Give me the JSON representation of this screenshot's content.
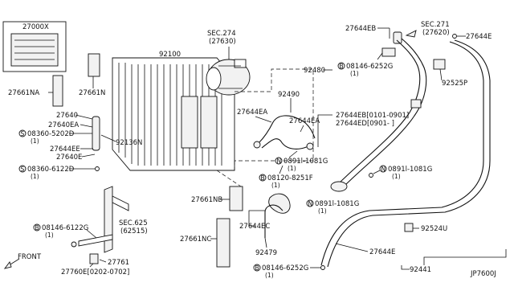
{
  "diagram_id": "JP7600J",
  "labels": {
    "p27000x": "27000X",
    "p27661na": "27661NA",
    "p27661n": "27661N",
    "p92100": "92100",
    "sec274": "SEC.274",
    "sec274sub": "(27630)",
    "p27640": "27640",
    "p27640ea": "27640EA",
    "s08360_5202d": "08360-5202D",
    "s08360_5202d_q": "(1)",
    "p27644ee": "27644EE",
    "p27640e": "27640E",
    "s08360_6122d": "08360-6122D",
    "s08360_6122d_q": "(1)",
    "p92136n": "92136N",
    "p92490": "92490",
    "p27644ea_1": "27644EA",
    "p27644ea_2": "27644EA",
    "n0891_1081g_a": "0891l-1081G",
    "n0891_1081g_a_q": "(1)",
    "b08120_8251f": "08120-8251F",
    "b08120_8251f_q": "(1)",
    "p27644eb": "27644EB",
    "sec271": "SEC.271",
    "sec271sub": "(27620)",
    "p27644e_top": "27644E",
    "p92480": "92480",
    "b08146_6252g_top": "08146-6252G",
    "b08146_6252g_top_q": "(1)",
    "p92525p": "92525P",
    "p27644eb_range": "27644EB[0101-0901]",
    "p27644ed_range": "27644ED[0901-    ]",
    "n0891_1081g_b": "0891l-1081G",
    "n0891_1081g_b_q": "(1)",
    "n0891_1081g_c": "0891l-1081G",
    "n0891_1081g_c_q": "(1)",
    "p27661nb": "27661NB",
    "p27661nc": "27661NC",
    "p27644ec": "27644EC",
    "b08146_6122g": "08146-6122G",
    "b08146_6122g_q": "(1)",
    "sec625": "SEC.625",
    "sec625sub": "(62515)",
    "front": "FRONT",
    "p27761": "27761",
    "p27760e": "27760E[0202-0702]",
    "p92479": "92479",
    "b08146_6252g_bot": "08146-6252G",
    "b08146_6252g_bot_q": "(1)",
    "p92524u": "92524U",
    "p27644e_bot": "27644E",
    "p92441": "92441",
    "jp": "JP7600J"
  },
  "markers": {
    "b": "B",
    "s": "S",
    "n": "N"
  }
}
